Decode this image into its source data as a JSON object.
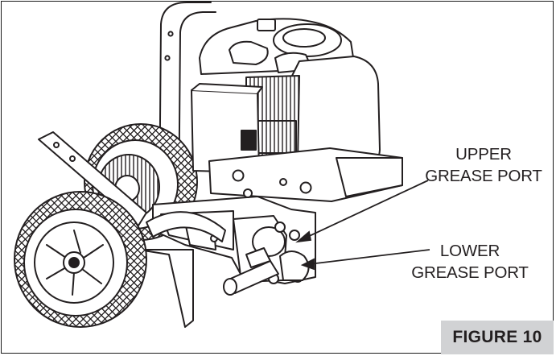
{
  "callouts": {
    "upper_line1": "UPPER",
    "upper_line2": "GREASE PORT",
    "lower_line1": "LOWER",
    "lower_line2": "GREASE PORT"
  },
  "figure_label": "FIGURE 10",
  "colors": {
    "ink": "#231f20",
    "label_tab": "#d1d2d4",
    "background": "#ffffff"
  }
}
